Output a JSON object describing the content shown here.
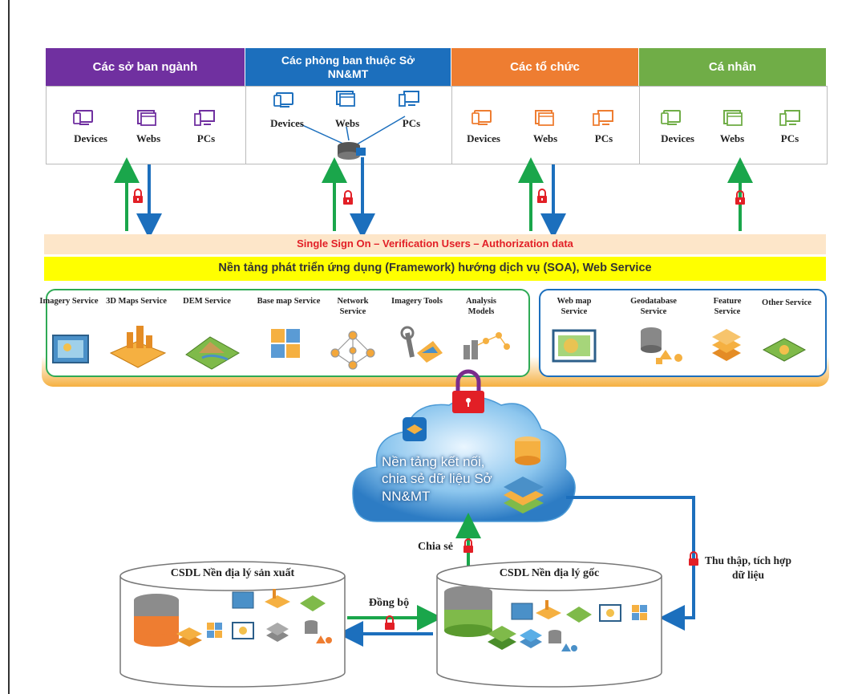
{
  "groups": [
    {
      "title": "Các sở ban ngành",
      "color": "#7030a0"
    },
    {
      "title": "Các phòng ban thuộc Sở NN&MT",
      "color": "#1c6fbd"
    },
    {
      "title": "Các tổ chức",
      "color": "#ee7d31"
    },
    {
      "title": "Cá nhân",
      "color": "#70ad47"
    }
  ],
  "devices": [
    "Devices",
    "Webs",
    "PCs"
  ],
  "sso_bar": "Single Sign On – Verification Users – Authorization data",
  "soa_bar": "Nền tảng phát triển ứng dụng (Framework) hướng dịch vụ (SOA), Web Service",
  "services_left": [
    "Imagery Service",
    "3D Maps Service",
    "DEM Service",
    "Base map Service",
    "Network Service",
    "Imagery Tools",
    "Analysis Models"
  ],
  "services_right": [
    "Web map Service",
    "Geodatabase Service",
    "Feature Service",
    "Other Service"
  ],
  "cloud_text": "Nền tảng kết nối, chia sẻ dữ liệu Sở NN&MT",
  "share_label": "Chia sẻ",
  "sync_label": "Đồng bộ",
  "collect_label": "Thu thập, tích hợp dữ liệu",
  "db_left": "CSDL Nền địa lý sản xuất",
  "db_right": "CSDL Nền địa lý gốc",
  "colors": {
    "green_arrow": "#1aa64b",
    "blue_arrow": "#1c6fbd",
    "lock": "#e21f26",
    "sso_bg": "#fde6c9",
    "soa_bg": "#ffff00",
    "svc_bar": "#f5b041"
  }
}
